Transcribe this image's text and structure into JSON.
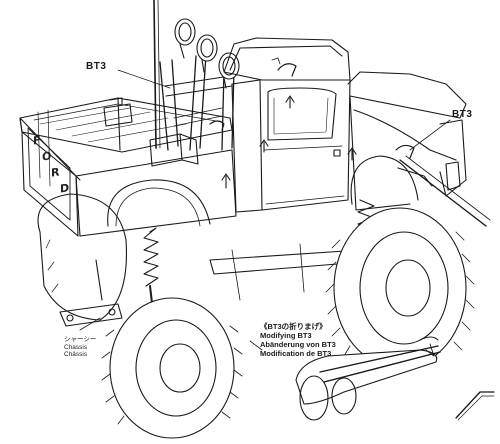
{
  "callouts": {
    "bt3_top": "BT3",
    "bt3_right": "BT3"
  },
  "chassis_label": {
    "line1": "シャーシー",
    "line2": "Chassis",
    "line3": "Châssis"
  },
  "modify_label": {
    "line1": "《BT3の折りまげ》",
    "line2": "Modifying BT3",
    "line3": "Abänderung von BT3",
    "line4": "Modification de BT3"
  },
  "tailgate_logo": {
    "letters": [
      "F",
      "O",
      "R",
      "D"
    ]
  },
  "colors": {
    "ink": "#1a1a1a",
    "background": "#ffffff"
  }
}
